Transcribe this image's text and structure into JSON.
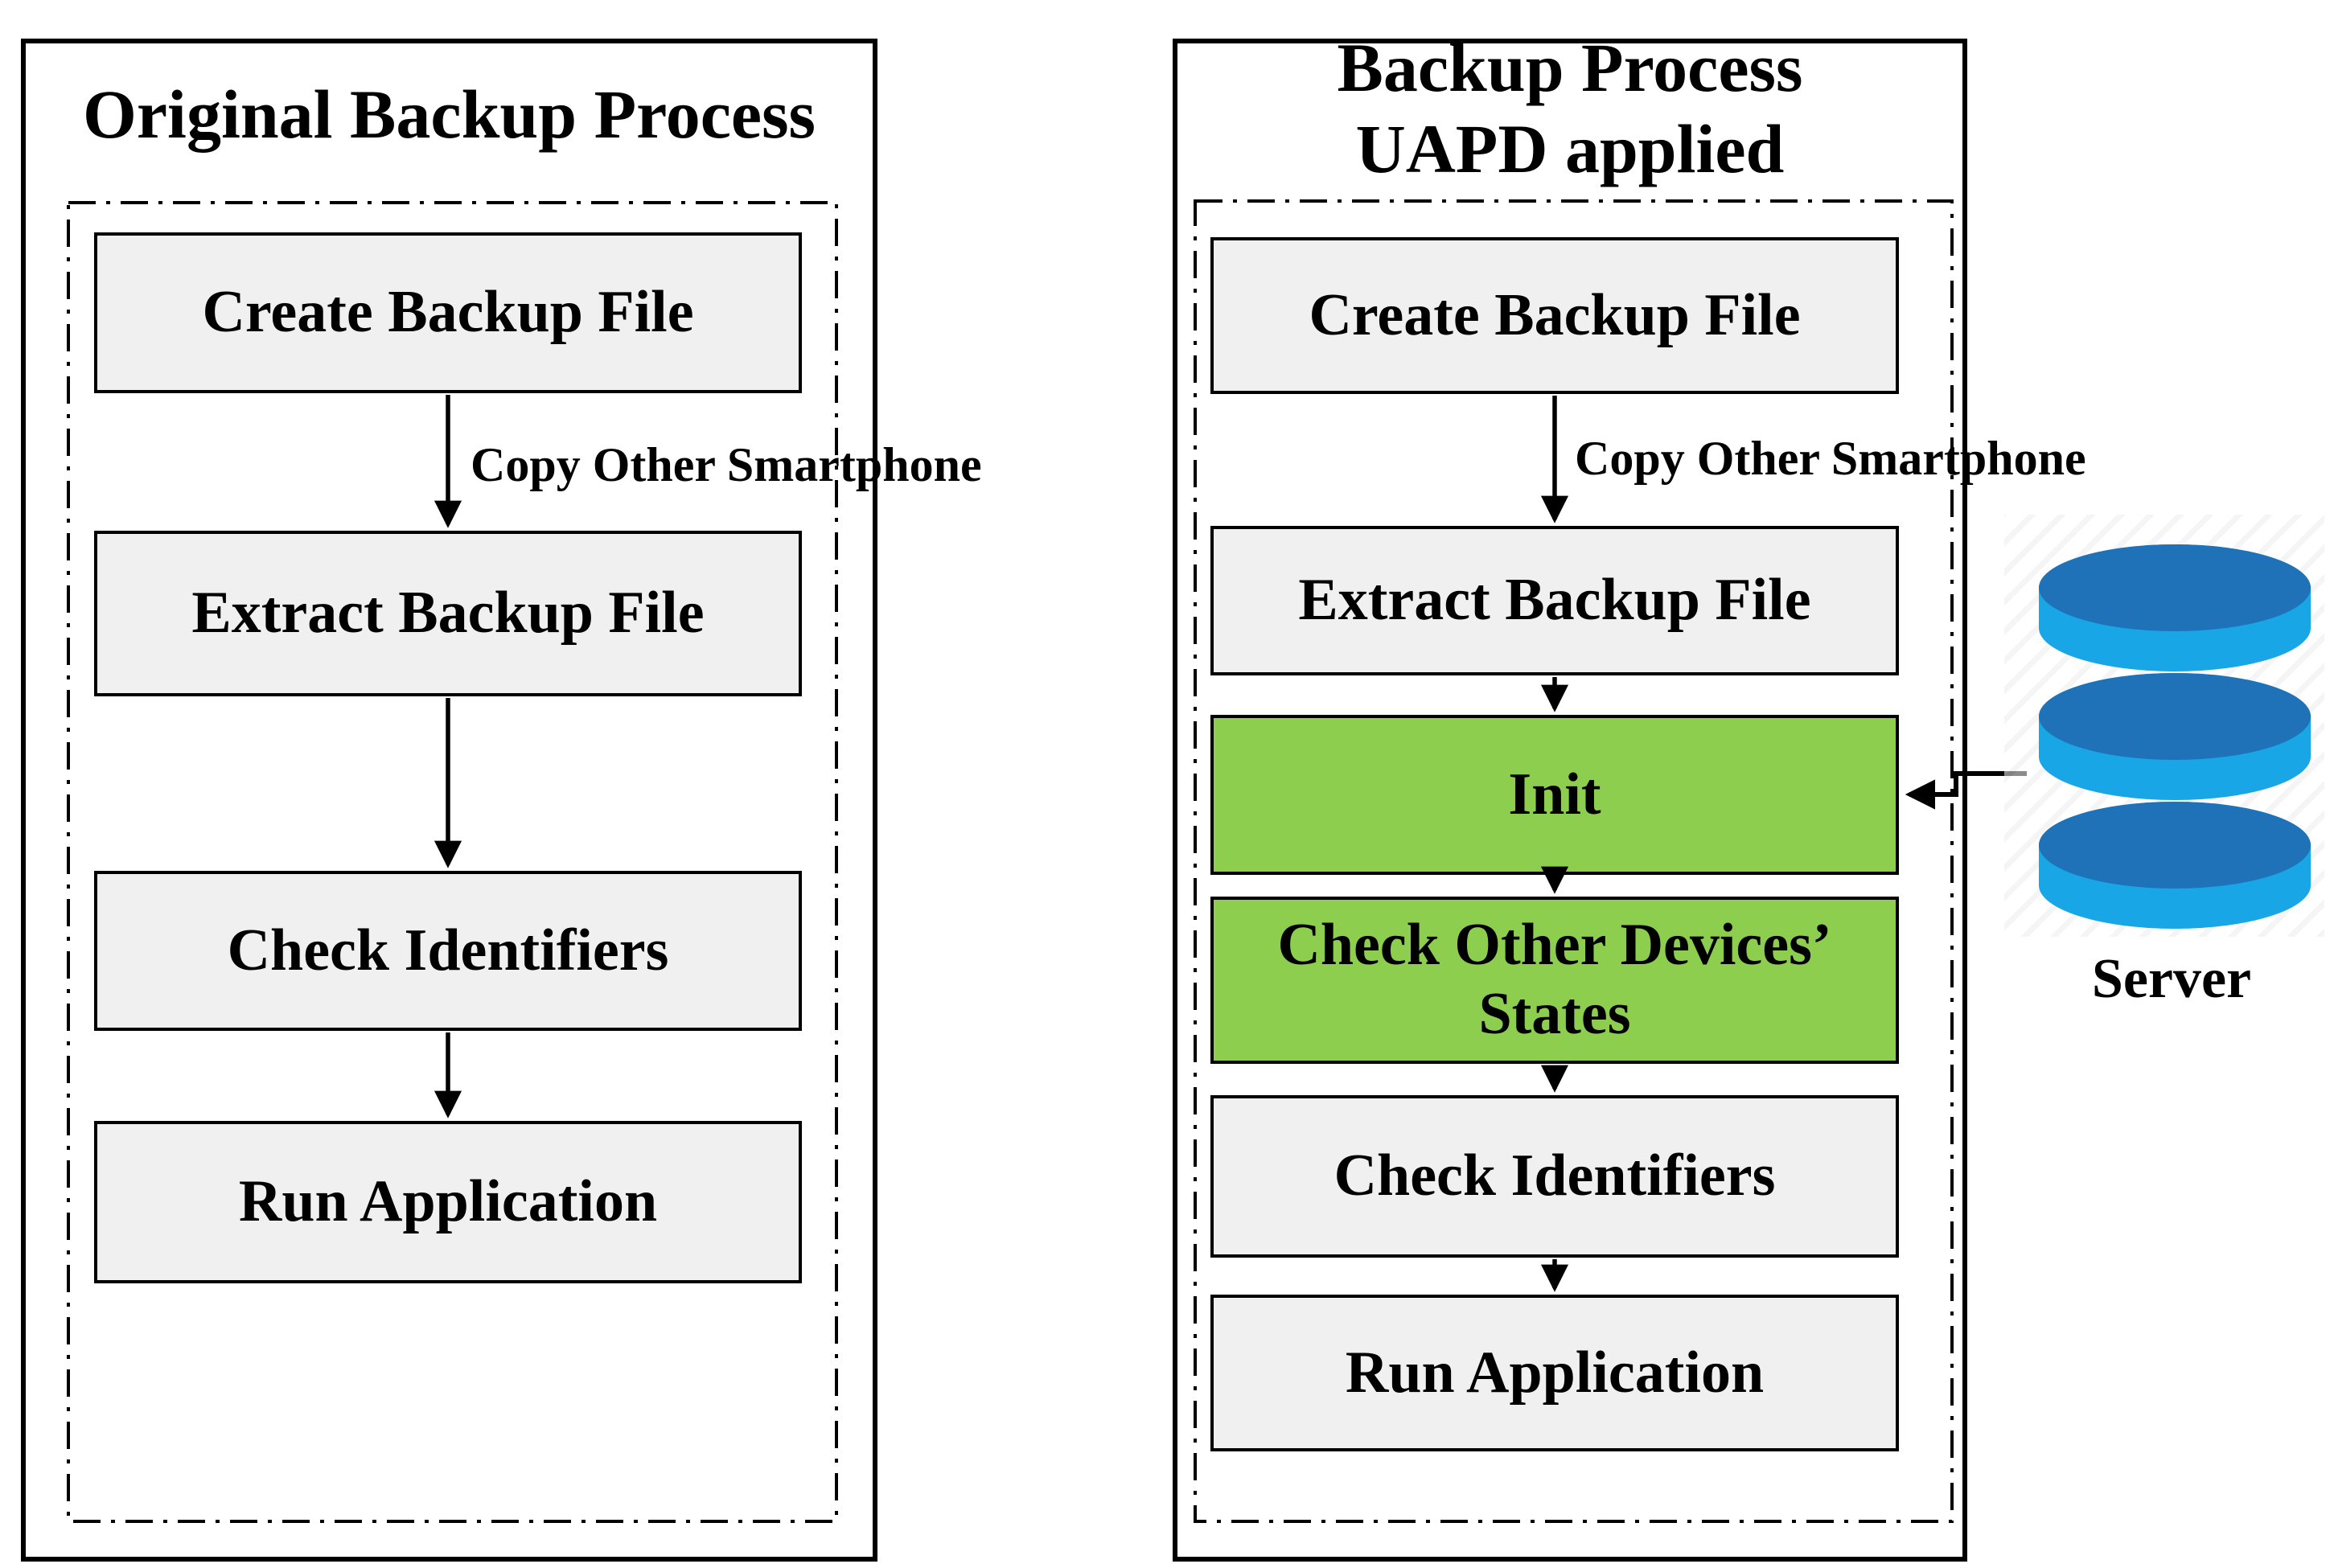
{
  "figure": {
    "type": "flowchart-comparison",
    "description": "Comparison of original smartphone backup process and backup process with UAPD applied"
  },
  "left_panel": {
    "title": "Original Backup Process",
    "edge_label": "Copy Other Smartphone",
    "steps": [
      "Create Backup File",
      "Extract Backup File",
      "Check Identifiers",
      "Run Application"
    ]
  },
  "right_panel": {
    "title_line1": "Backup Process",
    "title_line2": "UAPD applied",
    "edge_label": "Copy Other Smartphone",
    "steps": [
      {
        "label": "Create Backup File",
        "highlighted": false
      },
      {
        "label": "Extract Backup File",
        "highlighted": false
      },
      {
        "label": "Init",
        "highlighted": true
      },
      {
        "label": "Check Other Devices’ States",
        "highlighted": true
      },
      {
        "label": "Check Identifiers",
        "highlighted": false
      },
      {
        "label": "Run Application",
        "highlighted": false
      }
    ]
  },
  "server": {
    "label": "Server",
    "connects_to": "Init"
  },
  "colors": {
    "highlight_green": "#8dce4e",
    "box_gray": "#f0f0f0",
    "border_black": "#000000",
    "server_blue_light": "#18a6e6",
    "server_blue_dark": "#1f72b8"
  }
}
